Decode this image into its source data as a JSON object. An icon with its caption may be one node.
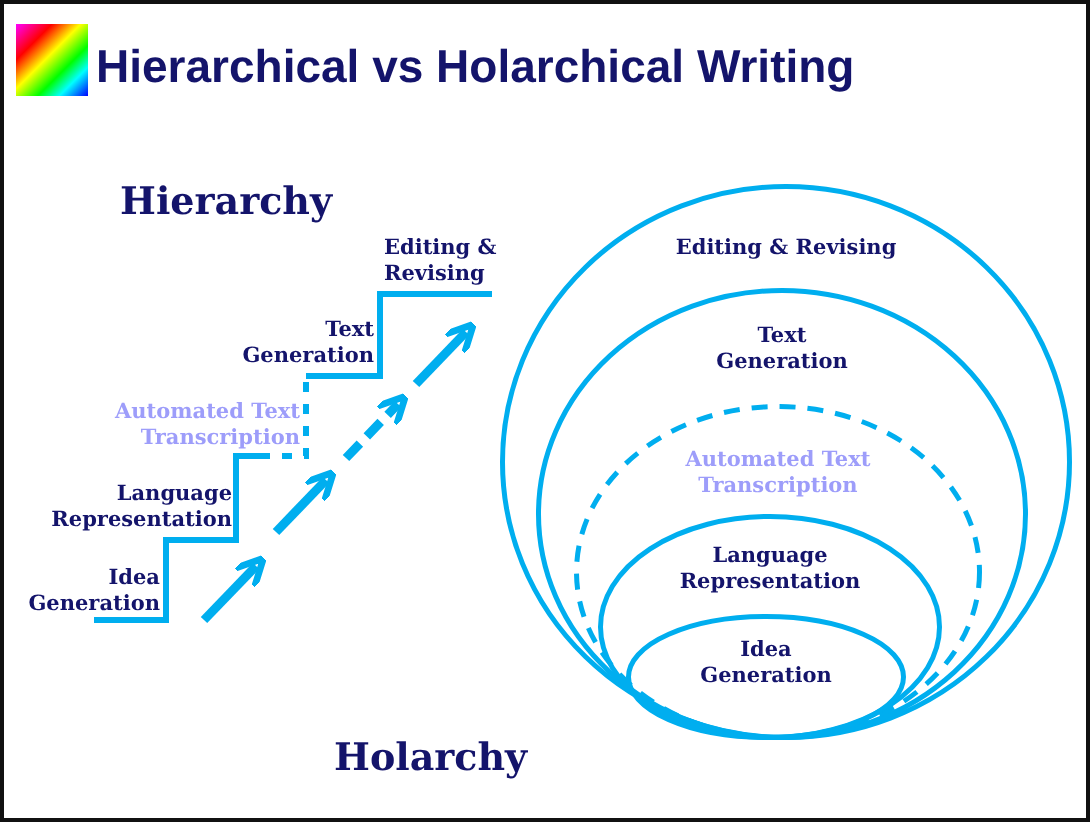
{
  "diagram": {
    "title": "Hierarchical vs Holarchical Writing",
    "nodes": [
      {
        "text": [
          "Editing & Revising"
        ]
      },
      {
        "text": [
          "Text Generation"
        ],
        "in": 0
      },
      {
        "text": [
          "Automated Text Transcription"
        ],
        "in": 1
      },
      {
        "text": [
          "Language Representation"
        ],
        "in": 2
      },
      {
        "text": [
          "Idea Generation"
        ],
        "in": 3
      }
    ],
    "edges": [],
    "labels": [
      "Hierarchy",
      "Editing & Revising",
      "Text Generation",
      "Automated Text Transcription",
      "Language Representation",
      "Idea Generation",
      "Holarchy"
    ]
  }
}
